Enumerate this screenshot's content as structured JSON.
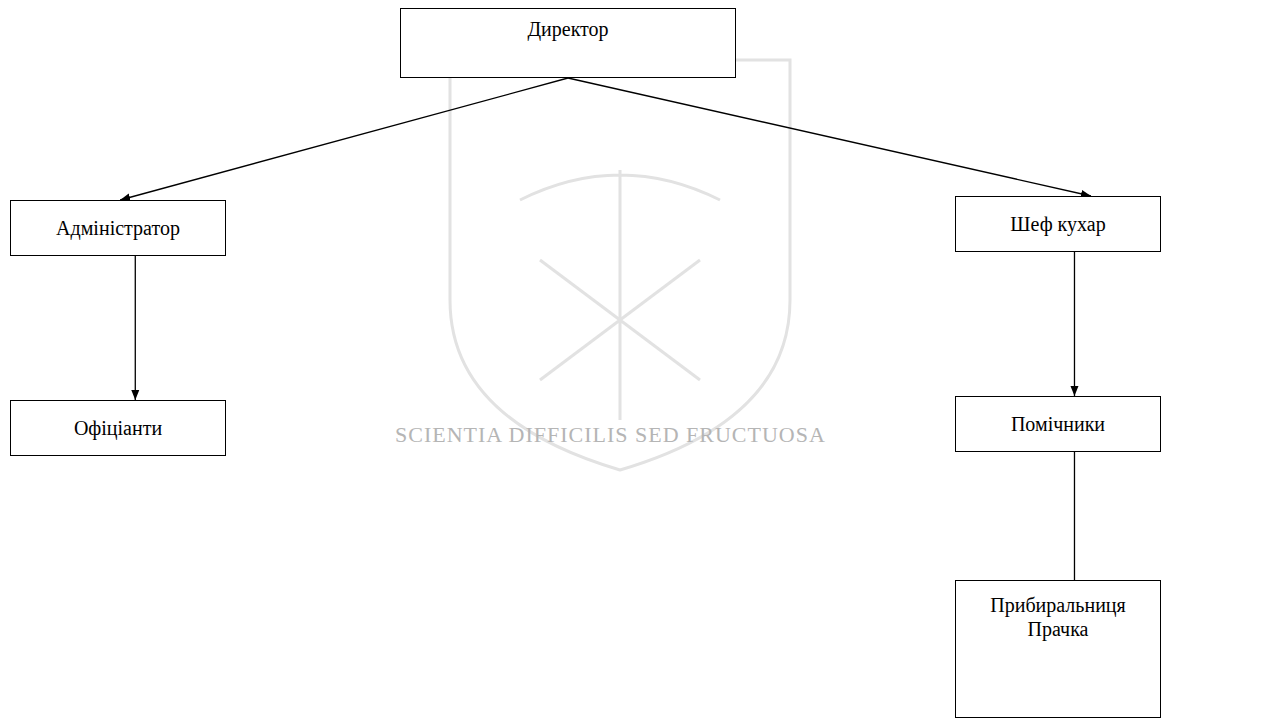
{
  "diagram": {
    "nodes": [
      {
        "text": [
          "Директор"
        ]
      },
      {
        "text": [
          "Адміністратор"
        ]
      },
      {
        "text": [
          "Шеф кухар"
        ]
      },
      {
        "text": [
          "Офіціанти"
        ]
      },
      {
        "text": [
          "Помічники"
        ]
      },
      {
        "text": [
          "Прибиральниця",
          "Прачка"
        ]
      }
    ],
    "edges": [
      {
        "from": 0,
        "to": 1,
        "arrow": "to"
      },
      {
        "from": 0,
        "to": 2,
        "arrow": "to"
      },
      {
        "from": 1,
        "to": 3,
        "arrow": "to"
      },
      {
        "from": 2,
        "to": 4,
        "arrow": "to"
      },
      {
        "from": 4,
        "to": 5,
        "arrow": "none"
      }
    ],
    "labels": [
      "SCIENTIA DIFFICILIS SED FRUCTUOSA"
    ]
  }
}
